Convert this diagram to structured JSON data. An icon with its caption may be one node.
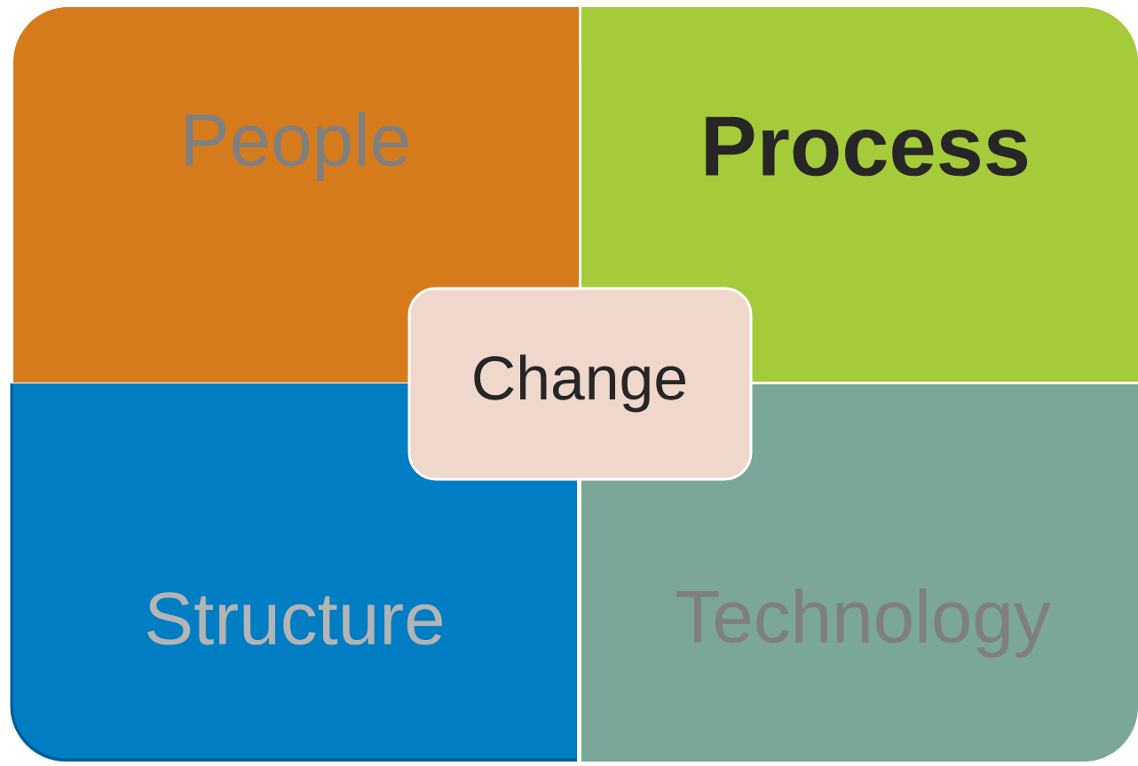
{
  "diagram": {
    "nodes": [
      {
        "text": [
          "People"
        ]
      },
      {
        "text": [
          "Process"
        ]
      },
      {
        "text": [
          "Change"
        ]
      },
      {
        "text": [
          "Structure"
        ]
      },
      {
        "text": [
          "Technology"
        ]
      }
    ]
  }
}
